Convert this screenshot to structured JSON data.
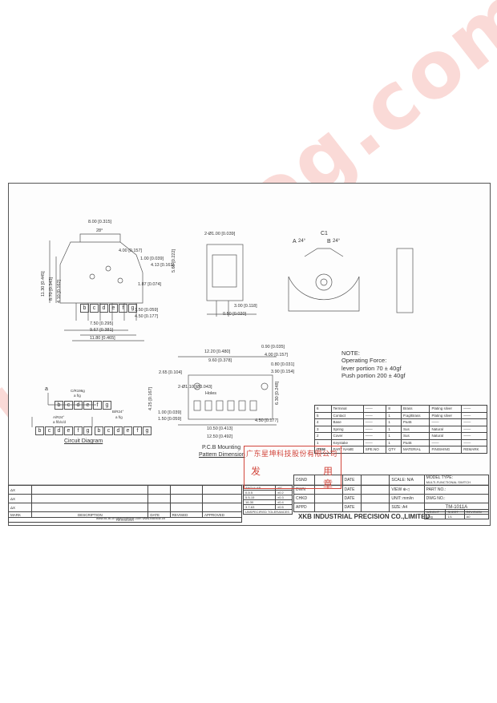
{
  "watermark": "iseesmog.com",
  "drawing_top": {
    "dim_width": "8.00 [0.315]",
    "angle": "28°",
    "d1": "4.00 [0.157]",
    "d2": "1.00 [0.039]",
    "d3": "4.13 [0.163]",
    "d4": "1.87 [0.074]",
    "d5": "5.65 [0.222]",
    "d6": "1.50 [0.059]",
    "d7": "4.50 [0.177]",
    "d8": "7.50 [0.295]",
    "d9": "9.67 [0.381]",
    "d10": "11.80 [0.465]",
    "v1": "11.30 [0.445]",
    "v2": "8.70 [0.343]",
    "v3": "4.10 [0.162]",
    "pins": [
      "b",
      "c",
      "d",
      "e",
      "f",
      "g"
    ]
  },
  "drawing_side": {
    "hole": "2-Ø1.00 [0.039]",
    "d1": "3.00 [0.118]",
    "d2": "0.50 [0.020]"
  },
  "drawing_right": {
    "label_c1": "C1",
    "label_a": "A",
    "label_b": "B",
    "angle_a": "24°",
    "angle_b": "24°"
  },
  "note": {
    "title": "NOTE:",
    "line1": "Operating Force:",
    "line2": "lever  portion  70 ± 40gf",
    "line3": "Push  portion  200 ± 40gf"
  },
  "pcb": {
    "d1": "12.20 [0.480]",
    "d2": "9.60 [0.378]",
    "d3": "0.90 [0.035]",
    "d4": "4.00 [0.157]",
    "d5": "0.80 [0.031]",
    "d6": "3.90 [0.154]",
    "d7": "2.65 [0.104]",
    "holes": "2-Ø1.10 [Ø0.043]",
    "holes_label": "Holes",
    "d8": "4.25 [0.167]",
    "d9": "6.30 [0.248]",
    "d10": "1.00 [0.039]",
    "d11": "1.50 [0.059]",
    "d12": "4.50 [0.177]",
    "d13": "10.50 [0.413]",
    "d14": "12.50 [0.492]",
    "caption1": "P.C.B  Mounting",
    "caption2": "Pattern  Dimension"
  },
  "circuit": {
    "caption": "Circuit  Diagram",
    "label_a": "a",
    "letters_top": [
      "b",
      "c",
      "d",
      "e",
      "f",
      "g"
    ],
    "letters_left": [
      "b",
      "c",
      "d",
      "e",
      "f",
      "g"
    ],
    "letters_right": [
      "b",
      "c",
      "d",
      "e",
      "f",
      "g"
    ],
    "c_label": "C/R196g",
    "c_sub": "a f/g",
    "a_label": "A/R24°",
    "a_sub": "a f/b/c/d",
    "b_label": "B/R24°",
    "b_sub": "a f/g"
  },
  "bom": {
    "rows": [
      {
        "no": "6",
        "part": "Terminal",
        "spec": "——",
        "qty": "8",
        "material": "Brass",
        "finishing": "Plating silver",
        "remark": "——"
      },
      {
        "no": "5",
        "part": "Contact",
        "spec": "——",
        "qty": "1",
        "material": "P.ag/Brass",
        "finishing": "Plating silver",
        "remark": "——"
      },
      {
        "no": "4",
        "part": "Base",
        "spec": "——",
        "qty": "1",
        "material": "Pa46",
        "finishing": "——",
        "remark": "——"
      },
      {
        "no": "3",
        "part": "Spring",
        "spec": "——",
        "qty": "1",
        "material": "Sus",
        "finishing": "Natural",
        "remark": "——"
      },
      {
        "no": "2",
        "part": "Cover",
        "spec": "——",
        "qty": "1",
        "material": "Sus",
        "finishing": "Natural",
        "remark": "——"
      },
      {
        "no": "1",
        "part": "Keystake",
        "spec": "——",
        "qty": "1",
        "material": "Pa46",
        "finishing": "——",
        "remark": "——"
      }
    ],
    "header": {
      "no": "ITEM",
      "part": "PART NAME",
      "spec": "SPE.NO",
      "qty": "QTY",
      "material": "MATERIAL",
      "finishing": "FINISHING",
      "remark": "REMARK"
    }
  },
  "stamp": {
    "line1": "广东星坤科技股份有限公司",
    "line2": "发",
    "line3": "用",
    "line4": "章"
  },
  "title_block": {
    "dsnd": "DSND",
    "dwn": "DWN",
    "chkd": "CHKD",
    "appd": "APPD",
    "date": "DATE",
    "scale": "SCALE: N/A",
    "view": "VIEW",
    "unit": "UNIT: mm/in",
    "size": "SIZE: A4",
    "model_type": "MODEL TYPE:",
    "model_value": "MULTI-FUNCTIONAL SWITCH",
    "part_no": "PART NO.:",
    "dwg_no": "DWG NO.:",
    "dwg_value": "TM-1011A",
    "weight": "WEIGHT",
    "sheet": "SHEET",
    "revision": "REVISION",
    "weight_value": "1.0g",
    "sheet_value": "1/1",
    "revision_value": "A0",
    "company": "XKB INDUSTRIAL PRECISION CO.,LIMITED"
  },
  "tolerance": {
    "angular": "ANGULAR",
    "angular_val": "±5°",
    "r1": "0-5.5",
    "r1v": "±0.2",
    "r2": "5.5-15",
    "r2v": "±0.3",
    "r3": "16-30",
    "r3v": "±0.4",
    "r4": "3.7-63",
    "r4v": "±0.5",
    "caption": "UNSPECIFIED TOLERANCES"
  },
  "revisions": {
    "marks": [
      "ΔX",
      "ΔX",
      "ΔX"
    ],
    "mark": "MARK",
    "description": "DESCRIPTION",
    "date": "DATE",
    "revised": "REVISED",
    "approved": "APPROVED",
    "caption": "REVISIONS",
    "website": "www.xk-tb.cn  www.hxlbxdz.com  www.hxlbxdz.cn"
  }
}
